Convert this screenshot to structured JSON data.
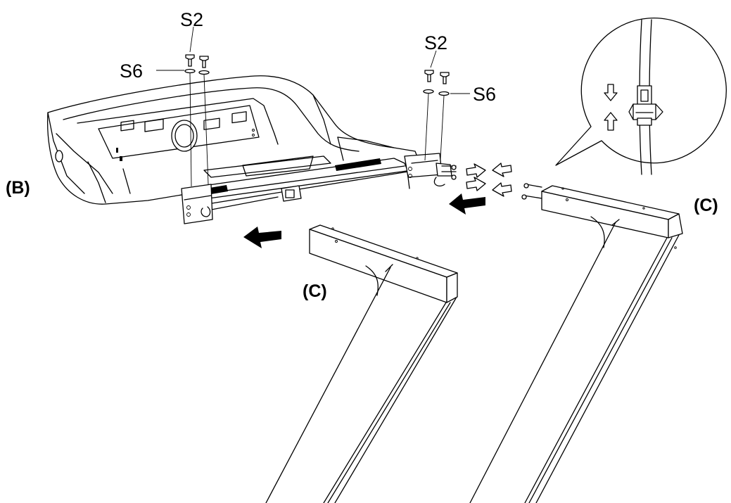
{
  "labels": {
    "screw_left": "S2",
    "washer_left": "S6",
    "screw_right": "S2",
    "washer_right": "S6",
    "part_console": "(B)",
    "part_upright_left": "(C)",
    "part_upright_right": "(C)"
  },
  "icons": {
    "insert_arrow": "black-arrow-icon",
    "connect_arrows": "outline-arrows-icon",
    "detail_magnifier": "detail-callout-icon"
  },
  "colors": {
    "line": "#000000",
    "background": "#ffffff"
  }
}
